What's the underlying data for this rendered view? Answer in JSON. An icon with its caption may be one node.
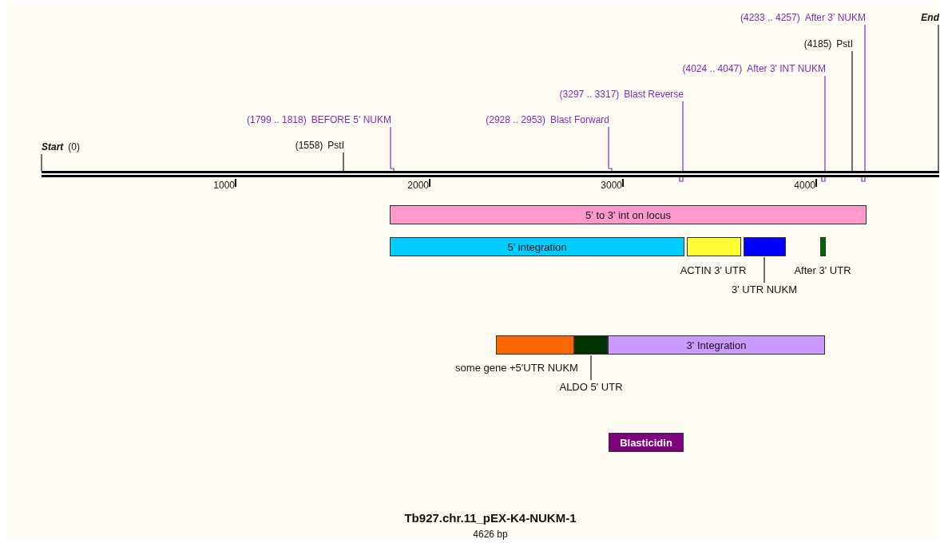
{
  "diagram": {
    "title": "Tb927.chr.11_pEX-K4-NUKM-1",
    "caption": "4626 bp",
    "nodes": [
      {
        "text": [
          "Start",
          "(0)"
        ]
      },
      {
        "text": [
          "(1558)",
          "PstI"
        ]
      },
      {
        "text": [
          "(1799 .. 1818)",
          "BEFORE 5' NUKM"
        ]
      },
      {
        "text": [
          "(2928 .. 2953)",
          "Blast Forward"
        ]
      },
      {
        "text": [
          "(3297 .. 3317)",
          "Blast Reverse"
        ]
      },
      {
        "text": [
          "(4024 .. 4047)",
          "After 3' INT NUKM"
        ]
      },
      {
        "text": [
          "(4185)",
          "PstI"
        ]
      },
      {
        "text": [
          "(4233 .. 4257)",
          "After 3' NUKM"
        ]
      },
      {
        "text": [
          "End"
        ]
      },
      {
        "text": [],
        "shape": "bar"
      },
      {
        "text": [
          "5' to 3' int on locus"
        ]
      },
      {
        "text": [
          "5' integration"
        ]
      },
      {
        "text": [],
        "shape": "bar",
        "beside": [
          "ACTIN 3' UTR"
        ]
      },
      {
        "text": [],
        "shape": "bar"
      },
      {
        "text": [],
        "shape": "bar",
        "beside": [
          "After 3' UTR"
        ]
      },
      {
        "text": [
          "3' UTR NUKM"
        ]
      },
      {
        "text": [],
        "shape": "bar",
        "beside": [
          "some gene +5'UTR NUKM"
        ]
      },
      {
        "text": [],
        "shape": "bar"
      },
      {
        "text": [
          "3' Integration"
        ]
      },
      {
        "text": [
          "ALDO 5' UTR"
        ]
      },
      {
        "text": [
          "Blasticidin"
        ]
      }
    ],
    "edges": [
      {
        "from": 0,
        "to": 9,
        "arrow": "none"
      },
      {
        "from": 1,
        "to": 9,
        "arrow": "none"
      },
      {
        "from": 2,
        "to": 9,
        "arrow": "none",
        "color": "#7b2cbf"
      },
      {
        "from": 3,
        "to": 9,
        "arrow": "none",
        "color": "#7b2cbf"
      },
      {
        "from": 4,
        "to": 9,
        "arrow": "none",
        "color": "#7b2cbf"
      },
      {
        "from": 5,
        "to": 9,
        "arrow": "none",
        "color": "#7b2cbf"
      },
      {
        "from": 6,
        "to": 9,
        "arrow": "none"
      },
      {
        "from": 7,
        "to": 9,
        "arrow": "none",
        "color": "#7b2cbf"
      },
      {
        "from": 8,
        "to": 9,
        "arrow": "none"
      },
      {
        "from": 15,
        "to": 13,
        "arrow": "none"
      },
      {
        "from": 19,
        "to": 17,
        "arrow": "none"
      }
    ],
    "labels": [
      "1000",
      "2000",
      "3000",
      "4000"
    ]
  }
}
